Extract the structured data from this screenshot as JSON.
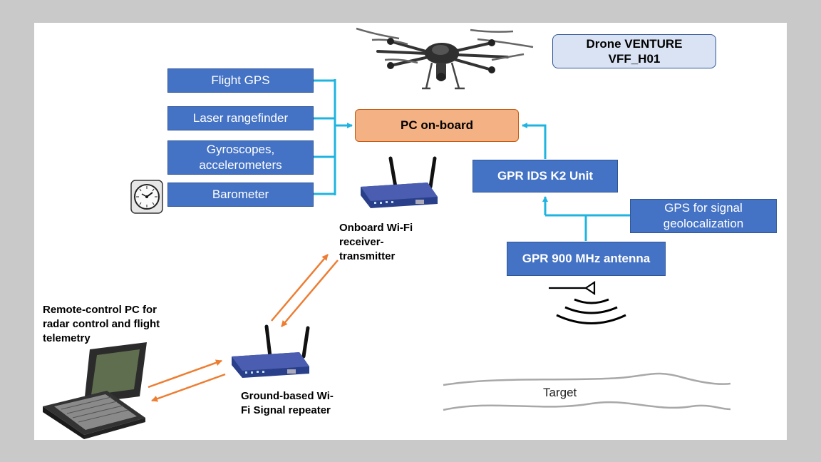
{
  "title_box": {
    "line1": "Drone VENTURE",
    "line2": "VFF_H01"
  },
  "sensors": {
    "flight_gps": "Flight GPS",
    "laser": "Laser rangefinder",
    "gyro_line1": "Gyroscopes,",
    "gyro_line2": "accelerometers",
    "barometer": "Barometer"
  },
  "pc_onboard": "PC on-board",
  "gpr_unit": "GPR IDS K2 Unit",
  "gps_signal": {
    "line1": "GPS for signal",
    "line2": "geolocalization"
  },
  "gpr_antenna": "GPR 900 MHz antenna",
  "onboard_wifi": {
    "line1": "Onboard Wi-Fi",
    "line2": "receiver-",
    "line3": "transmitter"
  },
  "remote_pc": {
    "line1": "Remote-control PC for",
    "line2": "radar control and flight",
    "line3": "telemetry"
  },
  "ground_repeater": {
    "line1": "Ground-based Wi-",
    "line2": "Fi Signal repeater"
  },
  "target": "Target",
  "colors": {
    "box_blue": "#4472c4",
    "connector": "#1fb4e0",
    "wireless_arrow": "#ed7d31",
    "pc_orange": "#f4b183",
    "title_fill": "#dae3f3"
  },
  "icons": [
    "drone-icon",
    "barometer-icon",
    "router-icon",
    "laptop-icon",
    "antenna-icon",
    "radar-wave-icon"
  ]
}
